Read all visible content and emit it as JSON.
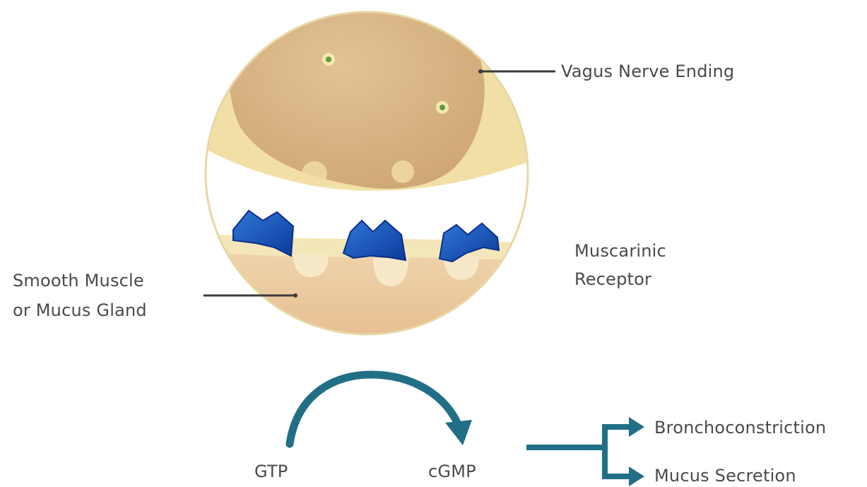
{
  "labels": {
    "vagus_nerve_ending": "Vagus Nerve Ending",
    "smooth_muscle_line1": "Smooth Muscle",
    "smooth_muscle_line2": "or Mucus Gland",
    "muscarinic_line1": "Muscarinic",
    "muscarinic_line2": "Receptor"
  },
  "pathway": {
    "substrate": "GTP",
    "product": "cGMP",
    "outcomes": [
      "Bronchoconstriction",
      "Mucus Secretion"
    ]
  },
  "colors": {
    "nerve_ending": "#d8b585",
    "cell_body": "#e8c9a3",
    "receptor": "#1856b8",
    "receptor_dark": "#0b2f8a",
    "arrow": "#216f86",
    "label_line": "#3b3b3b",
    "text": "#4a4a4a"
  }
}
